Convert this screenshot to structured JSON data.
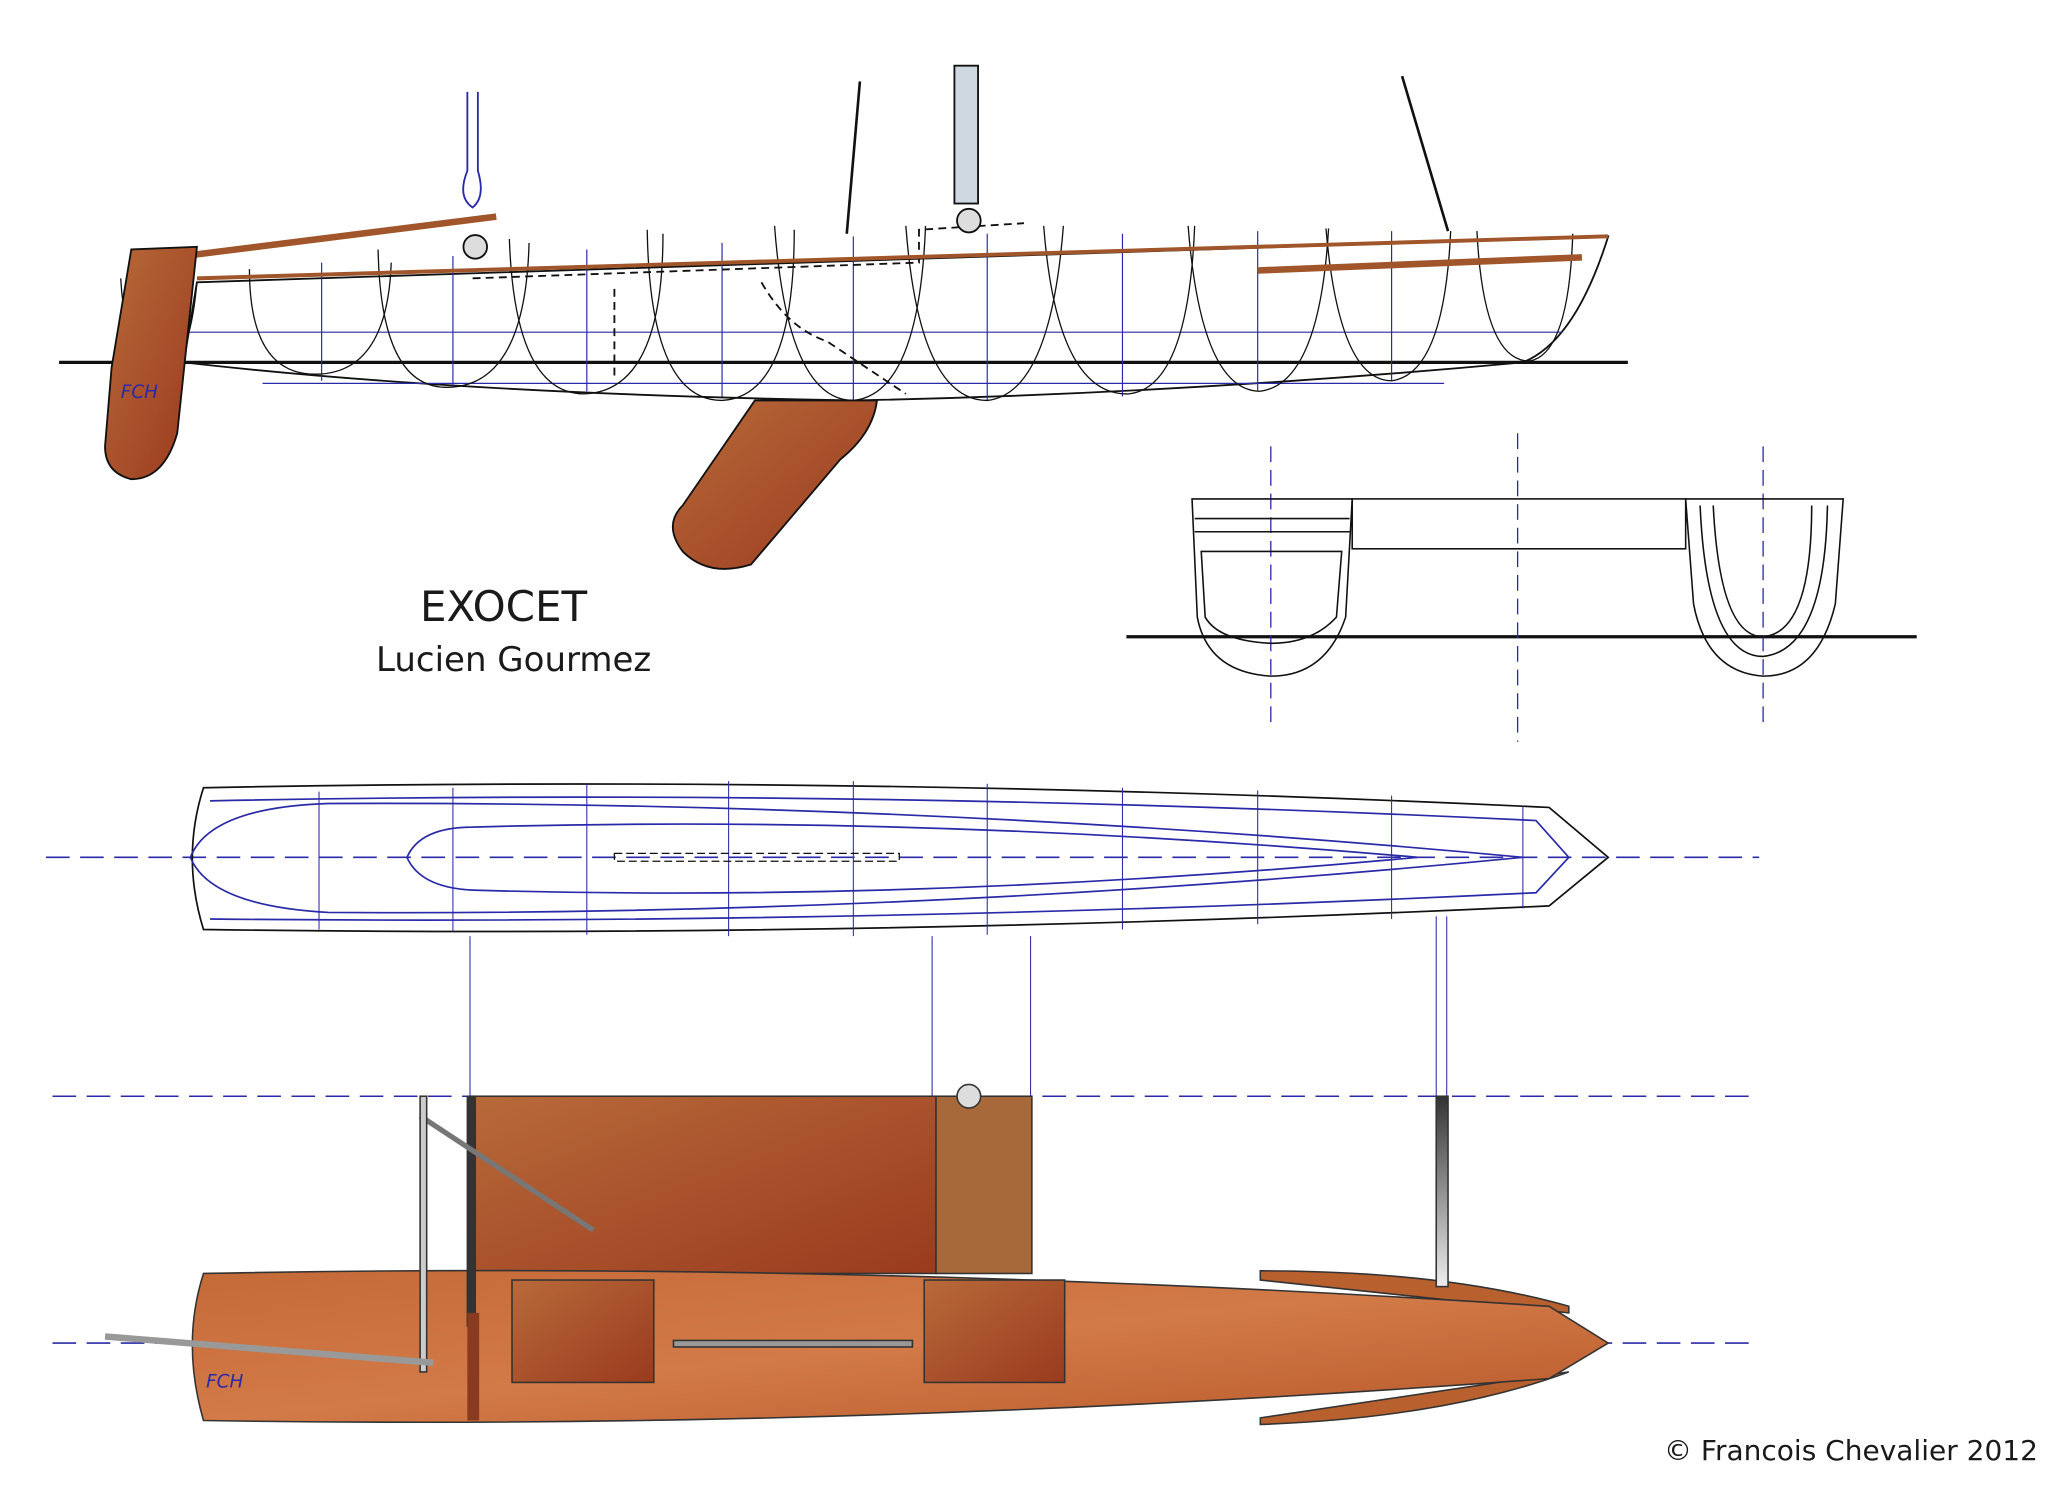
{
  "drawing": {
    "boat_name": "EXOCET",
    "designer": "Lucien Gourmez",
    "copyright": "© Francois Chevalier  2012",
    "logo_text": "FCH"
  },
  "colors": {
    "hull_wood": "#c0622f",
    "hull_wood_dark": "#9c3a1e",
    "station_line": "#2a2aa8",
    "outline": "#111111"
  }
}
